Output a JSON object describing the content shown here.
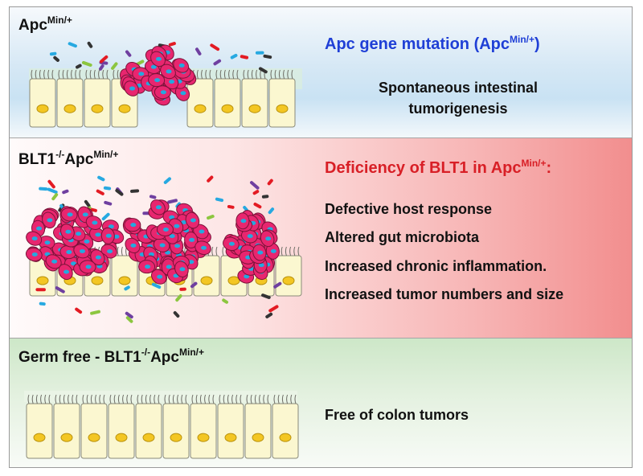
{
  "panels": [
    {
      "title_base": "Apc",
      "title_sup": "Min/+",
      "heading_base": "Apc gene mutation (Apc",
      "heading_sup": "Min/+",
      "heading_tail": ")",
      "heading_color": "#1f3fd6",
      "lines": [
        "Spontaneous intestinal",
        "tumorigenesis"
      ]
    },
    {
      "title_pre": "BLT1",
      "title_sup1": "-/-",
      "title_mid": "Apc",
      "title_sup2": "Min/+",
      "heading_base": "Deficiency of BLT1 in Apc",
      "heading_sup": "Min/+",
      "heading_tail": ":",
      "heading_color": "#d81f26",
      "lines": [
        "Defective host response",
        "Altered gut microbiota",
        "Increased chronic inflammation.",
        "Increased tumor numbers and size"
      ]
    },
    {
      "title_pre": "Germ free - BLT1",
      "title_sup1": "-/-",
      "title_mid": "Apc",
      "title_sup2": "Min/+",
      "lines": [
        "Free of  colon tumors"
      ]
    }
  ],
  "colors": {
    "cell_fill": "#fbf7d0",
    "nucleus": "#f3c623",
    "tumor_cell": "#e8266f",
    "tumor_nucleus": "#25a8df",
    "bacteria": [
      "#6f3fa0",
      "#e31b23",
      "#27a9e1",
      "#8cc63f",
      "#333333"
    ]
  }
}
